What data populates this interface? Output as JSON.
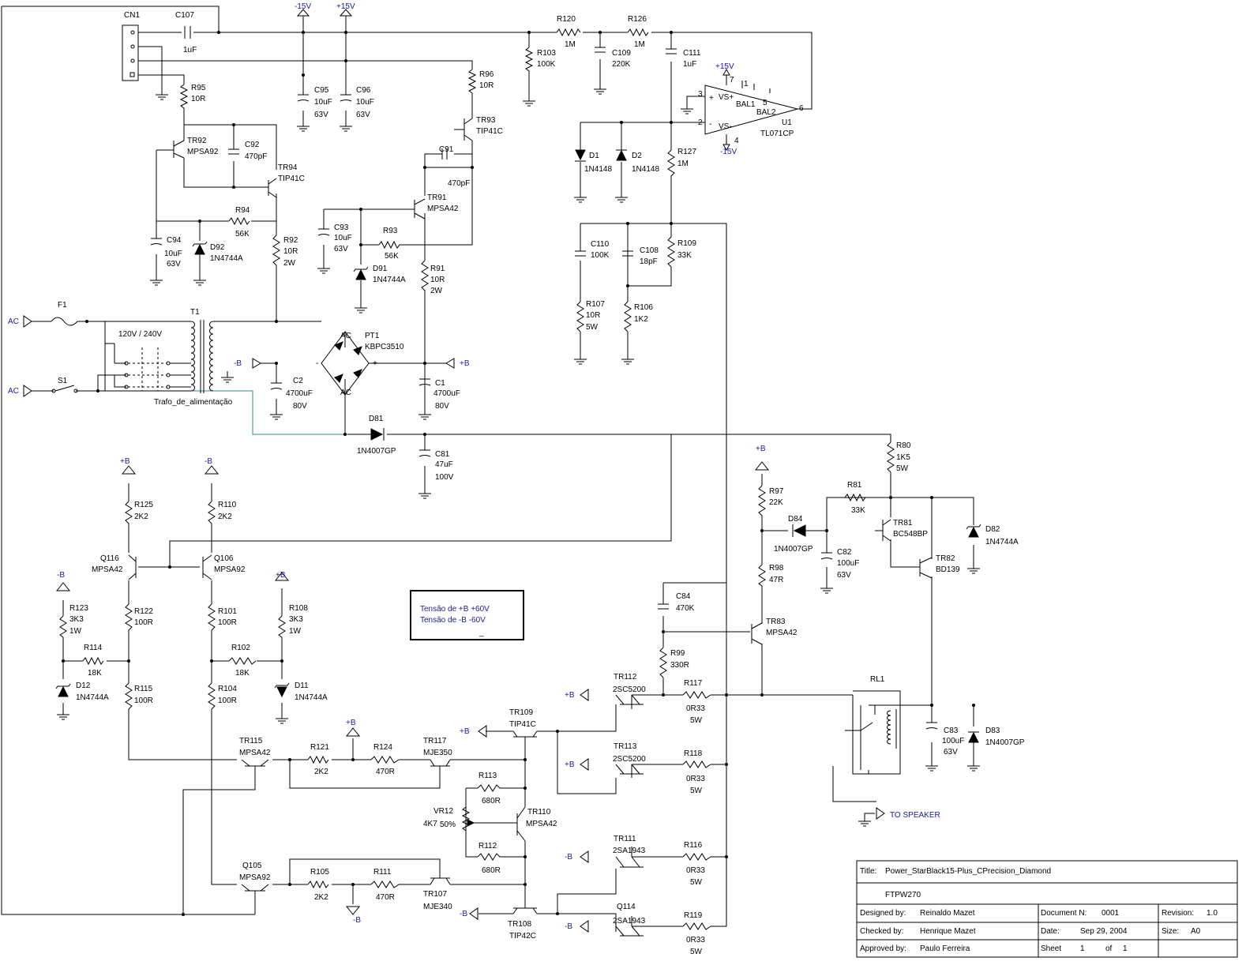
{
  "components": [
    {
      "ref": "CN1",
      "value": ""
    },
    {
      "ref": "C107",
      "value": "1uF"
    },
    {
      "ref": "R120",
      "value": "1M"
    },
    {
      "ref": "R126",
      "value": "1M"
    },
    {
      "ref": "R103",
      "value": "100K"
    },
    {
      "ref": "C109",
      "value": "220K"
    },
    {
      "ref": "C111",
      "value": "1uF"
    },
    {
      "ref": "R96",
      "value": "10R"
    },
    {
      "ref": "R95",
      "value": "10R"
    },
    {
      "ref": "C95",
      "value": "10uF",
      "rating": "63V"
    },
    {
      "ref": "C96",
      "value": "10uF",
      "rating": "63V"
    },
    {
      "ref": "TR93",
      "value": "TIP41C"
    },
    {
      "ref": "TR92",
      "value": "MPSA92"
    },
    {
      "ref": "C92",
      "value": "470pF"
    },
    {
      "ref": "TR94",
      "value": "TIP41C"
    },
    {
      "ref": "C91",
      "value": "470pF"
    },
    {
      "ref": "TR91",
      "value": "MPSA42"
    },
    {
      "ref": "R94",
      "value": "56K"
    },
    {
      "ref": "R93",
      "value": "56K"
    },
    {
      "ref": "C93",
      "value": "10uF",
      "rating": "63V"
    },
    {
      "ref": "C94",
      "value": "10uF",
      "rating": "63V"
    },
    {
      "ref": "D92",
      "value": "1N4744A"
    },
    {
      "ref": "D91",
      "value": "1N4744A"
    },
    {
      "ref": "R92",
      "value": "10R",
      "rating": "2W"
    },
    {
      "ref": "R91",
      "value": "10R",
      "rating": "2W"
    },
    {
      "ref": "U1",
      "value": "TL071CP"
    },
    {
      "ref": "D1",
      "value": "1N4148"
    },
    {
      "ref": "D2",
      "value": "1N4148"
    },
    {
      "ref": "R127",
      "value": "1M"
    },
    {
      "ref": "C110",
      "value": "100K"
    },
    {
      "ref": "C108",
      "value": "18pF"
    },
    {
      "ref": "R109",
      "value": "33K"
    },
    {
      "ref": "R107",
      "value": "10R",
      "rating": "5W"
    },
    {
      "ref": "R106",
      "value": "1K2"
    },
    {
      "ref": "F1",
      "value": ""
    },
    {
      "ref": "S1",
      "value": ""
    },
    {
      "ref": "T1",
      "value": "Trafo_de_alimentação"
    },
    {
      "ref": "PT1",
      "value": "KBPC3510"
    },
    {
      "ref": "C2",
      "value": "4700uF",
      "rating": "80V"
    },
    {
      "ref": "C1",
      "value": "4700uF",
      "rating": "80V"
    },
    {
      "ref": "D81",
      "value": "1N4007GP"
    },
    {
      "ref": "C81",
      "value": "47uF",
      "rating": "100V"
    },
    {
      "ref": "R80",
      "value": "1K5",
      "rating": "5W"
    },
    {
      "ref": "R81",
      "value": "33K"
    },
    {
      "ref": "R97",
      "value": "22K"
    },
    {
      "ref": "D84",
      "value": "1N4007GP"
    },
    {
      "ref": "C82",
      "value": "100uF",
      "rating": "63V"
    },
    {
      "ref": "TR81",
      "value": "BC548BP"
    },
    {
      "ref": "D82",
      "value": "1N4744A"
    },
    {
      "ref": "TR82",
      "value": "BD139"
    },
    {
      "ref": "R98",
      "value": "47R"
    },
    {
      "ref": "C84",
      "value": "470K"
    },
    {
      "ref": "TR83",
      "value": "MPSA42"
    },
    {
      "ref": "R99",
      "value": "330R"
    },
    {
      "ref": "R125",
      "value": "2K2"
    },
    {
      "ref": "R110",
      "value": "2K2"
    },
    {
      "ref": "Q116",
      "value": "MPSA42"
    },
    {
      "ref": "Q106",
      "value": "MPSA92"
    },
    {
      "ref": "R123",
      "value": "3K3",
      "rating": "1W"
    },
    {
      "ref": "R108",
      "value": "3K3",
      "rating": "1W"
    },
    {
      "ref": "R122",
      "value": "100R"
    },
    {
      "ref": "R101",
      "value": "100R"
    },
    {
      "ref": "R114",
      "value": "18K"
    },
    {
      "ref": "R102",
      "value": "18K"
    },
    {
      "ref": "D12",
      "value": "1N4744A"
    },
    {
      "ref": "D11",
      "value": "1N4744A"
    },
    {
      "ref": "R115",
      "value": "100R"
    },
    {
      "ref": "R104",
      "value": "100R"
    },
    {
      "ref": "TR112",
      "value": "2SC5200"
    },
    {
      "ref": "R117",
      "value": "0R33",
      "rating": "5W"
    },
    {
      "ref": "TR109",
      "value": "TIP41C"
    },
    {
      "ref": "TR113",
      "value": "2SC5200"
    },
    {
      "ref": "R118",
      "value": "0R33",
      "rating": "5W"
    },
    {
      "ref": "TR115",
      "value": "MPSA42"
    },
    {
      "ref": "R121",
      "value": "2K2"
    },
    {
      "ref": "R124",
      "value": "470R"
    },
    {
      "ref": "TR117",
      "value": "MJE350"
    },
    {
      "ref": "R113",
      "value": "680R"
    },
    {
      "ref": "VR12",
      "value": "4K7",
      "rating": "50%"
    },
    {
      "ref": "TR110",
      "value": "MPSA42"
    },
    {
      "ref": "R112",
      "value": "680R"
    },
    {
      "ref": "RL1",
      "value": ""
    },
    {
      "ref": "C83",
      "value": "100uF",
      "rating": "63V"
    },
    {
      "ref": "D83",
      "value": "1N4007GP"
    },
    {
      "ref": "TR111",
      "value": "2SA1943"
    },
    {
      "ref": "R116",
      "value": "0R33",
      "rating": "5W"
    },
    {
      "ref": "Q105",
      "value": "MPSA92"
    },
    {
      "ref": "R105",
      "value": "2K2"
    },
    {
      "ref": "R111",
      "value": "470R"
    },
    {
      "ref": "TR107",
      "value": "MJE340"
    },
    {
      "ref": "TR108",
      "value": "TIP42C"
    },
    {
      "ref": "Q114",
      "value": "2SA1943"
    },
    {
      "ref": "R119",
      "value": "0R33",
      "rating": "5W"
    }
  ],
  "labels": {
    "neg15": "-15V",
    "pos15": "+15V",
    "posB": "+B",
    "negB": "-B",
    "ac": "AC",
    "vs_plus": "VS+",
    "vs_minus": "VS-",
    "bal1": "BAL1",
    "bal2": "BAL2",
    "tap": "120V / 240V",
    "to_speaker": "TO SPEAKER",
    "pin3": "3",
    "pin2": "2",
    "pin6": "6",
    "pin1": "1",
    "pin5": "5",
    "pin7": "7",
    "pin4": "4",
    "plus": "+",
    "minus": "-",
    "bridge_ac": "AC"
  },
  "note": {
    "line1": "Tensão de  +B +60V",
    "line2": "Tensão de  -B  -60V",
    "line3": "_"
  },
  "title_block": {
    "title_label": "Title:",
    "title": "Power_StarBlack15-Plus_CPrecision_Diamond",
    "code": "FTPW270",
    "designed_label": "Designed by:",
    "designed": "Reinaldo Mazet",
    "checked_label": "Checked by:",
    "checked": "Henrique Mazet",
    "approved_label": "Approved by:",
    "approved": "Paulo Ferreira",
    "doc_label": "Document N:",
    "doc": "0001",
    "date_label": "Date:",
    "date": "Sep 29, 2004",
    "sheet_label": "Sheet",
    "sheet": "1",
    "of_label": "of",
    "of": "1",
    "rev_label": "Revision:",
    "rev": "1.0",
    "size_label": "Size:",
    "size": "A0"
  }
}
